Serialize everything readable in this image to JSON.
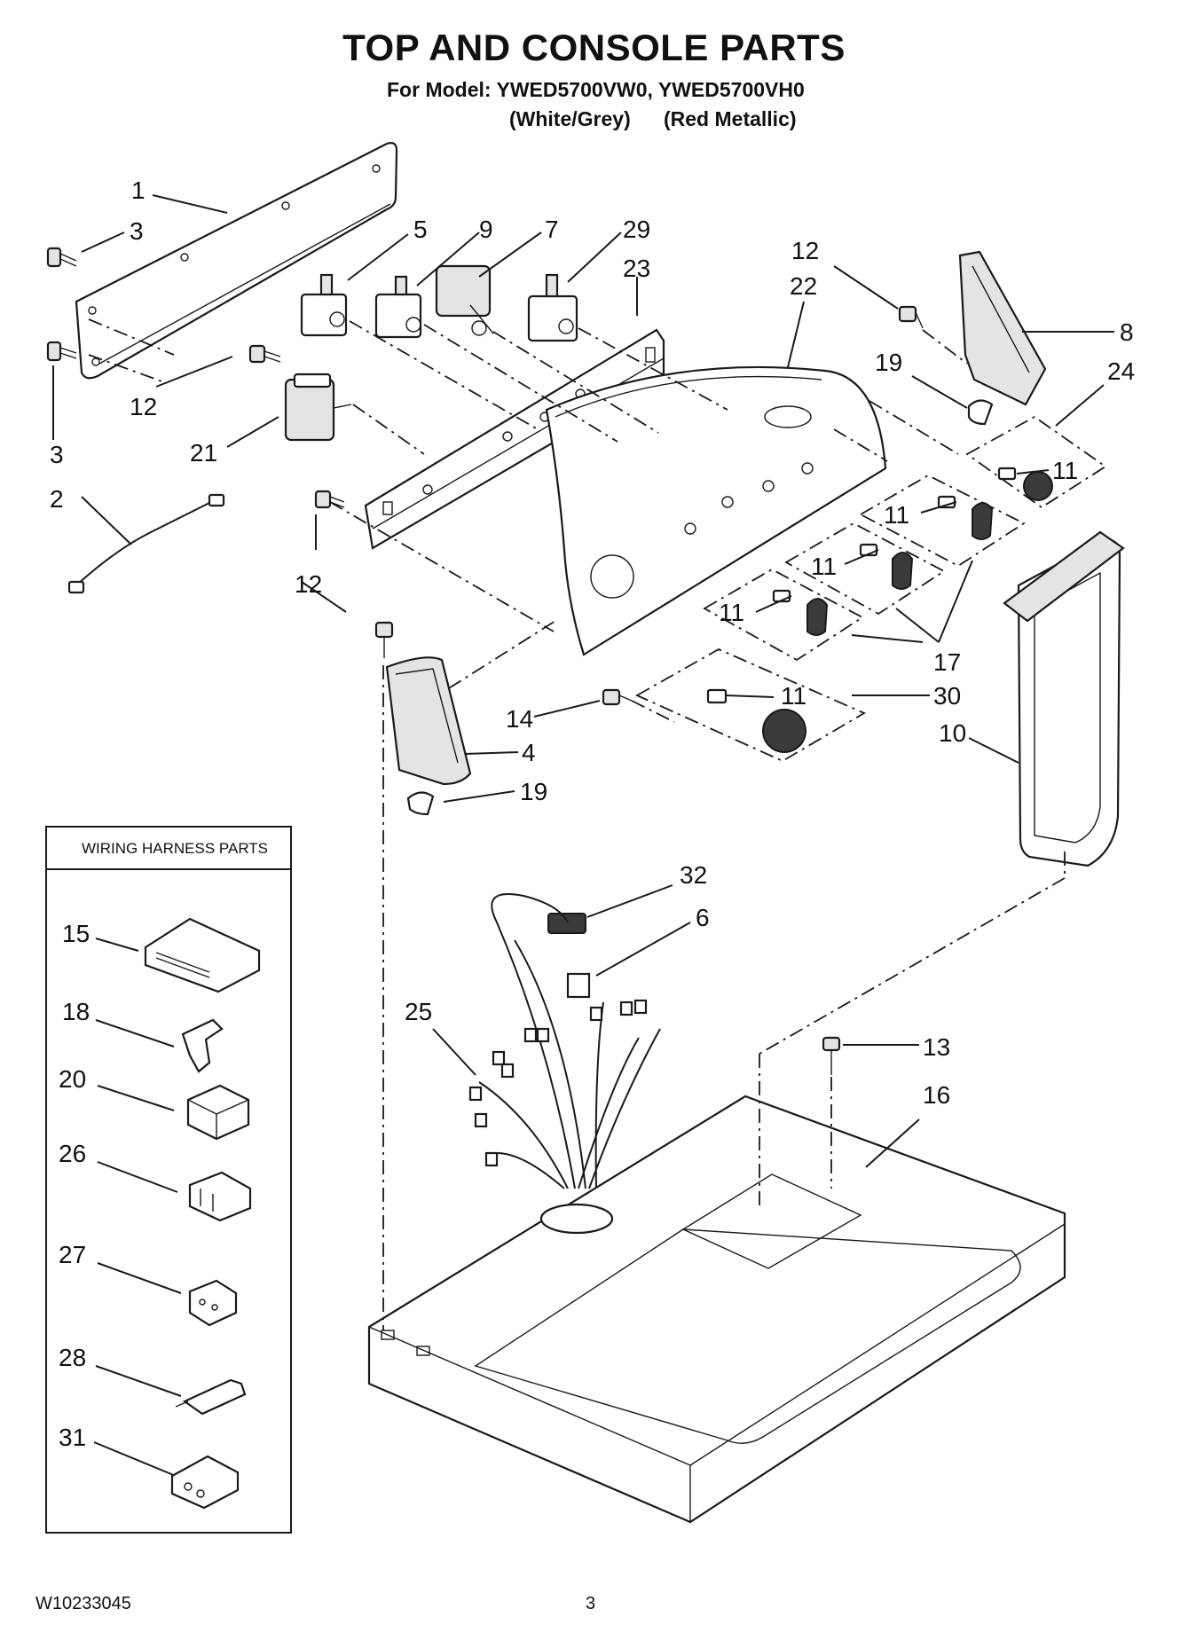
{
  "title": "TOP AND CONSOLE PARTS",
  "model_line": "For Model: YWED5700VW0, YWED5700VH0",
  "variants": [
    "(White/Grey)",
    "(Red Metallic)"
  ],
  "harness_box_title": "WIRING HARNESS PARTS",
  "callouts": {
    "c1": "1",
    "c2": "2",
    "c3a": "3",
    "c3b": "3",
    "c4": "4",
    "c5": "5",
    "c6": "6",
    "c7": "7",
    "c8": "8",
    "c9": "9",
    "c10": "10",
    "c11a": "11",
    "c11b": "11",
    "c11c": "11",
    "c11d": "11",
    "c11e": "11",
    "c12a": "12",
    "c12b": "12",
    "c12c": "12",
    "c13": "13",
    "c14": "14",
    "c16": "16",
    "c17": "17",
    "c19a": "19",
    "c19b": "19",
    "c21": "21",
    "c22": "22",
    "c23": "23",
    "c24": "24",
    "c25": "25",
    "c29": "29",
    "c30": "30",
    "c32": "32"
  },
  "harness_callouts": {
    "h15": "15",
    "h18": "18",
    "h20": "20",
    "h26": "26",
    "h27": "27",
    "h28": "28",
    "h31": "31"
  },
  "footer": {
    "doc_number": "W10233045",
    "page_number": "3"
  }
}
